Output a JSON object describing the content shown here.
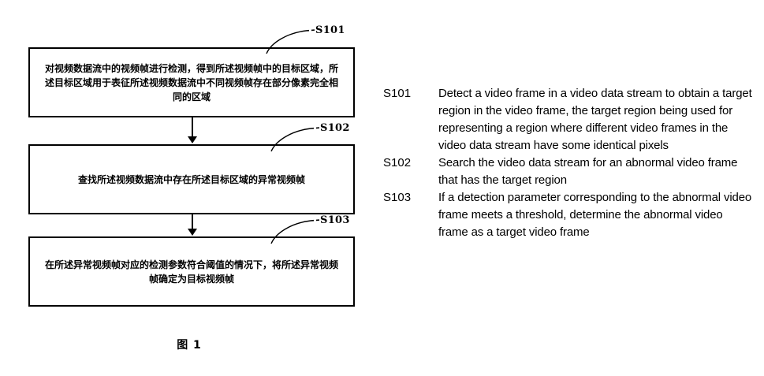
{
  "figure": {
    "caption": "图 1"
  },
  "flowchart": {
    "steps": [
      {
        "ref": "S101",
        "text": "对视频数据流中的视频帧进行检测，得到所述视频帧中的目标区域，所述目标区域用于表征所述视频数据流中不同视频帧存在部分像素完全相同的区域"
      },
      {
        "ref": "S102",
        "text": "查找所述视频数据流中存在所述目标区域的异常视频帧"
      },
      {
        "ref": "S103",
        "text": "在所述异常视频帧对应的检测参数符合阈值的情况下，将所述异常视频帧确定为目标视频帧"
      }
    ]
  },
  "translation": {
    "rows": [
      {
        "ref": "S101",
        "text": "Detect a video frame in a video data stream to obtain a target region in the video frame, the target region being used for representing a region where different video frames in the video data stream have some identical pixels"
      },
      {
        "ref": "S102",
        "text": "Search the video data stream for an abnormal video frame that has the target region"
      },
      {
        "ref": "S103",
        "text": "If a detection parameter corresponding to the abnormal video frame meets a threshold, determine the abnormal video frame as a target video frame"
      }
    ]
  },
  "colors": {
    "background": "#ffffff",
    "ink": "#000000"
  }
}
